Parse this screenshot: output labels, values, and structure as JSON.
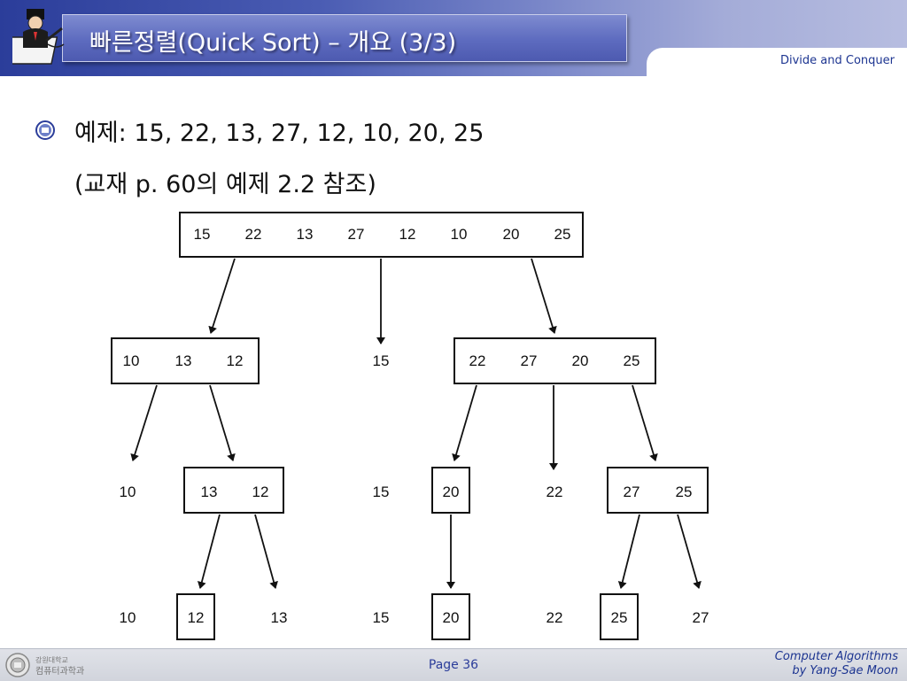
{
  "slide": {
    "title": "빠른정렬(Quick Sort) – 개요 (3/3)",
    "subtitle": "Divide and Conquer",
    "bullet_text": "예제: 15, 22, 13, 27, 12, 10, 20, 25",
    "sub_text": "(교재 p. 60의 예제 2.2 참조)"
  },
  "diagram": {
    "level0": [
      "15",
      "22",
      "13",
      "27",
      "12",
      "10",
      "20",
      "25"
    ],
    "level1_left": [
      "10",
      "13",
      "12"
    ],
    "level1_pivot": "15",
    "level1_right": [
      "22",
      "27",
      "20",
      "25"
    ],
    "level2": [
      "10",
      "13",
      "12",
      "15",
      "20",
      "22",
      "27",
      "25"
    ],
    "level3": [
      "10",
      "12",
      "13",
      "15",
      "20",
      "22",
      "25",
      "27"
    ]
  },
  "footer": {
    "logo_text_1": "강원대학교",
    "logo_text_2": "컴퓨터과학과",
    "page": "Page 36",
    "credit_line1": "Computer Algorithms",
    "credit_line2": "by Yang-Sae Moon"
  },
  "colors": {
    "header_dark": "#2b3d9a",
    "title_text": "#ffffff",
    "accent_text": "#1d3591"
  }
}
